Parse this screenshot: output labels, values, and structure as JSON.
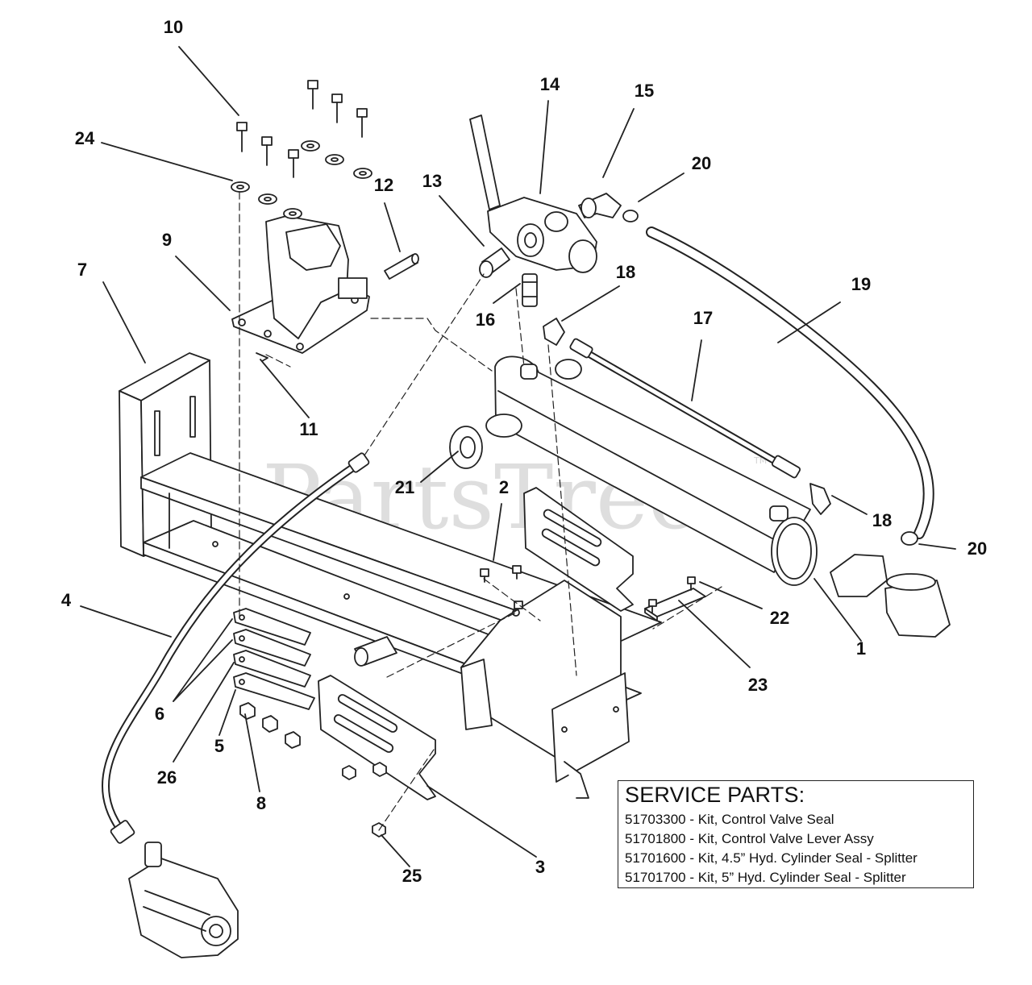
{
  "watermark": {
    "text": "PartsTree",
    "mark": "TM"
  },
  "callouts": {
    "c1": "1",
    "c2": "2",
    "c3": "3",
    "c4": "4",
    "c5": "5",
    "c6": "6",
    "c7": "7",
    "c8": "8",
    "c9": "9",
    "c10": "10",
    "c11": "11",
    "c12": "12",
    "c13": "13",
    "c14": "14",
    "c15": "15",
    "c16": "16",
    "c17": "17",
    "c18a": "18",
    "c18b": "18",
    "c19": "19",
    "c20a": "20",
    "c20b": "20",
    "c21": "21",
    "c22": "22",
    "c23": "23",
    "c24": "24",
    "c25": "25",
    "c26": "26"
  },
  "service_parts": {
    "title": "SERVICE PARTS:",
    "items": [
      "51703300 - Kit, Control Valve Seal",
      "51701800 - Kit, Control Valve Lever Assy",
      "51701600 - Kit, 4.5” Hyd. Cylinder Seal - Splitter",
      "51701700 - Kit, 5” Hyd. Cylinder Seal - Splitter"
    ]
  }
}
